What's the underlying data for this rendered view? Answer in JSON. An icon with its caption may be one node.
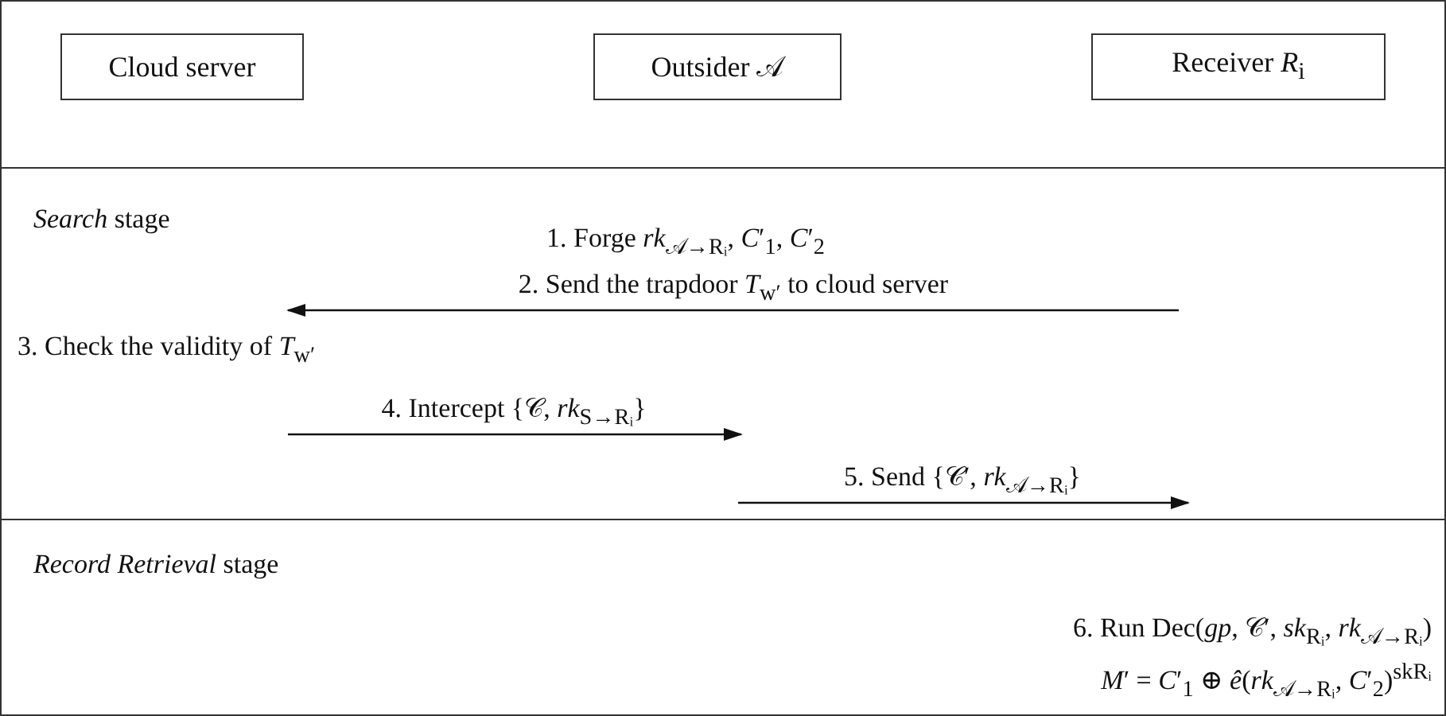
{
  "diagram": {
    "nodes": [
      {
        "text": [
          "Cloud server"
        ]
      },
      {
        "text": [
          "Outsider 𝒜"
        ]
      },
      {
        "text": [
          "Receiver *R*$_{i}$"
        ]
      }
    ],
    "labels": [
      "*Search* stage",
      "1. Forge *rk*$_{𝒜→Rᵢ}$, *C*′$_{1}$, *C*′$_{2}$",
      "2. Send the trapdoor *T*$_{w′}$ to cloud server",
      "3. Check the validity of *T*$_{w′}$",
      "4. Intercept {𝒞, *rk*$_{S→Rᵢ}$}",
      "5. Send {𝒞′, *rk*$_{𝒜→Rᵢ}$}",
      "*Record Retrieval* stage",
      "6. Run Dec(*gp*, 𝒞′, *sk*$_{Rᵢ}$, *rk*$_{𝒜→Rᵢ}$)",
      "*M*′ = *C*′$_{1}$ ⊕ *ê*(*rk*$_{𝒜→Rᵢ}$, *C*′$_{2}$)$^{skRᵢ}$"
    ]
  }
}
